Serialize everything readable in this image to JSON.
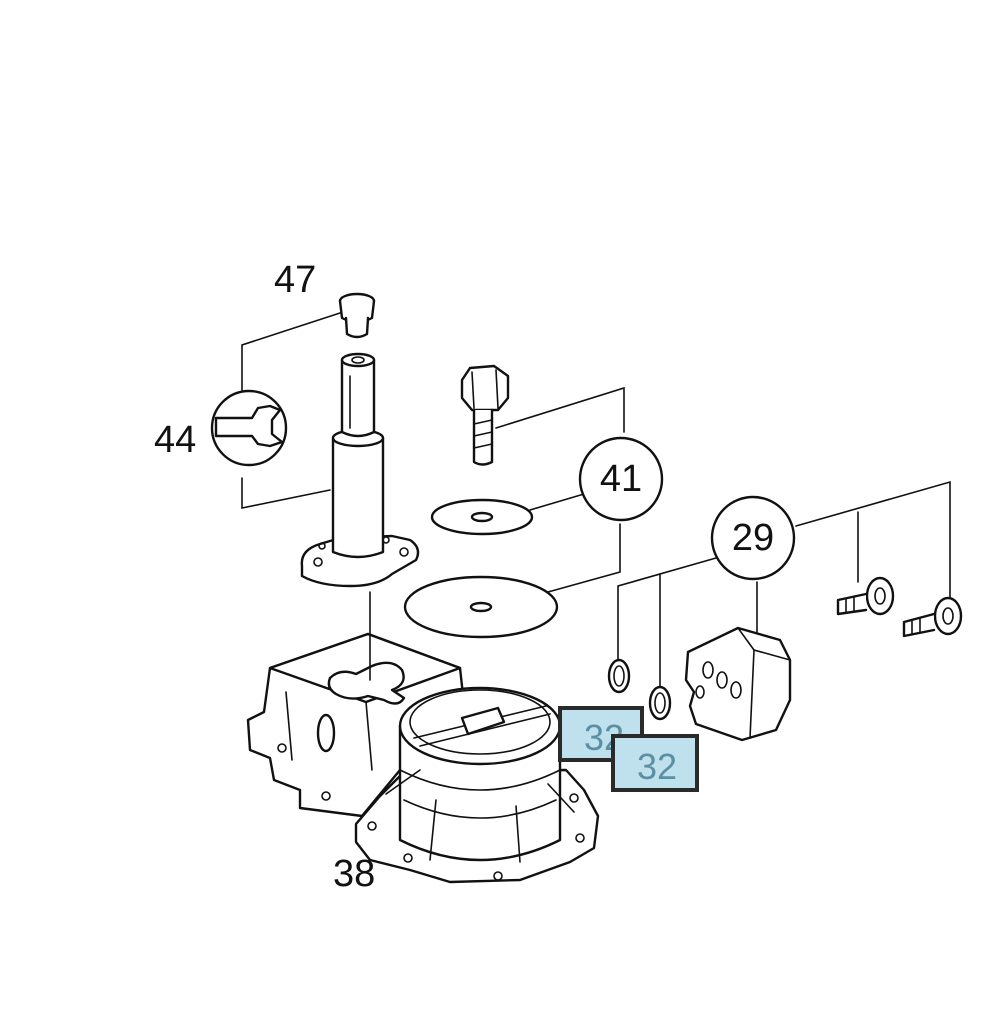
{
  "labels": {
    "l47": "47",
    "l44": "44",
    "l41": "41",
    "l29": "29",
    "l38": "38",
    "l32a": "32",
    "l32b": "32"
  },
  "highlight_color": "#bfe1ee",
  "icons": {
    "wrench": "wrench-icon"
  }
}
